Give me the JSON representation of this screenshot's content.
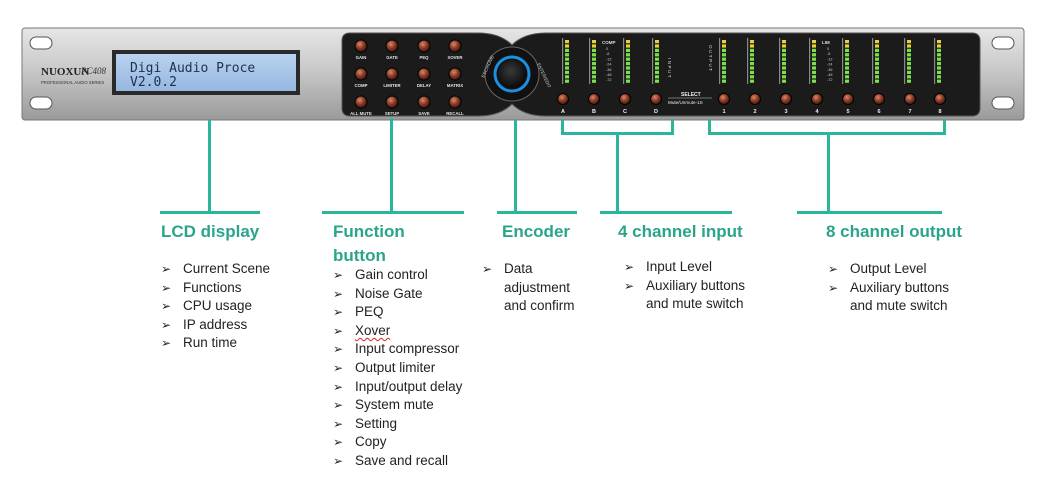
{
  "device": {
    "brand": "NUOXUN",
    "model": "PC408",
    "tagline": "PROFESSIONAL AUDIO SERIES",
    "lcd_line1": "Digi Audio Proce",
    "lcd_line2": "V2.0.2",
    "function_buttons": [
      "GAIN",
      "GATE",
      "PEQ",
      "XOVER",
      "COMP",
      "LIMITER",
      "DELAY",
      "MATRIX",
      "ALL MUTE",
      "SETUP",
      "SAVE",
      "RECALL"
    ],
    "encoder_left_label": "ESC/HOME",
    "encoder_right_label": "ENTER/EDIT",
    "input_channels": [
      "A",
      "B",
      "C",
      "D"
    ],
    "output_channels": [
      "1",
      "2",
      "3",
      "4",
      "5",
      "6",
      "7",
      "8"
    ],
    "comp_label": "COMP",
    "lim_label": "LIM",
    "meter_scale": [
      "0",
      "-6",
      "-12",
      "-24",
      "-36",
      "-48",
      "-72"
    ],
    "input_vertical_label": "INPUT",
    "output_vertical_label": "OUTPUT",
    "select_label": "SELECT",
    "mute_label": "Mute/Unmute-1S"
  },
  "sections": [
    {
      "title": "LCD display",
      "items": [
        "Current Scene",
        "Functions",
        "CPU usage",
        "IP address",
        "Run time"
      ]
    },
    {
      "title_line1": "Function",
      "title_line2": "button",
      "items": [
        "Gain control",
        "Noise Gate",
        "PEQ",
        "Xover",
        "Input compressor",
        "Output limiter",
        "Input/output delay",
        "System mute",
        "Setting",
        "Copy",
        "Save and recall"
      ]
    },
    {
      "title": "Encoder",
      "items": [
        "Data adjustment and confirm"
      ],
      "item_lines": [
        "Data",
        "adjustment",
        "and confirm"
      ]
    },
    {
      "title": "4 channel input",
      "items": [
        "Input Level",
        "Auxiliary buttons and mute switch"
      ],
      "item2_lines": [
        "Auxiliary buttons",
        "and mute switch"
      ]
    },
    {
      "title": "8 channel output",
      "items": [
        "Output Level",
        "Auxiliary buttons and mute switch"
      ],
      "item2_lines": [
        "Auxiliary buttons",
        "and mute switch"
      ]
    }
  ],
  "colors": {
    "accent": "#2bb59a",
    "title": "#2aa589",
    "lcd": "#a9c6ea",
    "panel": "#1a1a1a",
    "led_green": "#7ce04a",
    "led_yellow": "#e8d23a",
    "encoder_ring": "#1e8fe0"
  }
}
